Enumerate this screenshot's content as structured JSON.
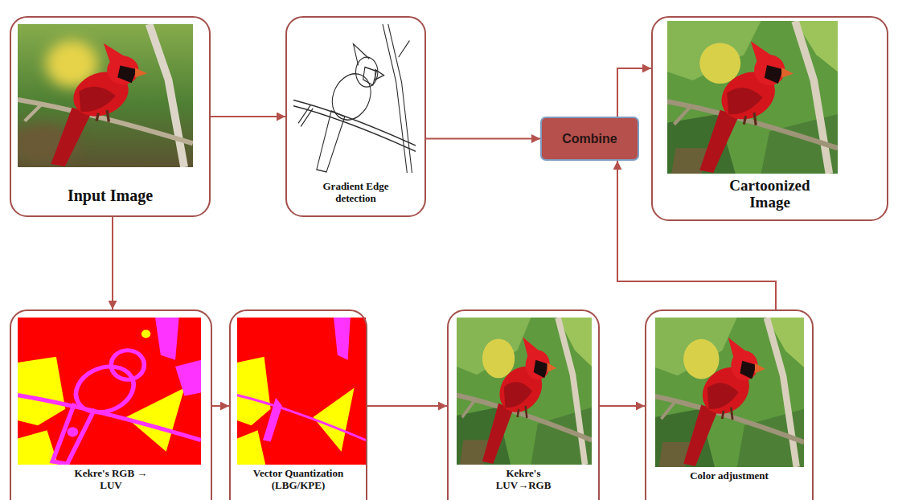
{
  "diagram": {
    "nodes": [
      {
        "text": [
          "Input Image"
        ]
      },
      {
        "text": [
          "Gradient Edge detection"
        ]
      },
      {
        "text": [
          "Combine"
        ]
      },
      {
        "text": [
          "Cartoonized Image"
        ]
      },
      {
        "text": [
          "Kekre's RGB → LUV"
        ]
      },
      {
        "text": [
          "Vector Quantization (LBG/KPE)"
        ]
      },
      {
        "text": [
          "Kekre's LUV→RGB"
        ]
      },
      {
        "text": [
          "Color adjustment"
        ]
      }
    ],
    "edges": [
      {
        "from": 0,
        "to": 1,
        "arrow": "to"
      },
      {
        "from": 1,
        "to": 2,
        "arrow": "to"
      },
      {
        "from": 2,
        "to": 3,
        "arrow": "to"
      },
      {
        "from": 0,
        "to": 4,
        "arrow": "to"
      },
      {
        "from": 4,
        "to": 5,
        "arrow": "to"
      },
      {
        "from": 5,
        "to": 6,
        "arrow": "to"
      },
      {
        "from": 6,
        "to": 7,
        "arrow": "to"
      },
      {
        "from": 7,
        "to": 2,
        "arrow": "to"
      }
    ]
  }
}
